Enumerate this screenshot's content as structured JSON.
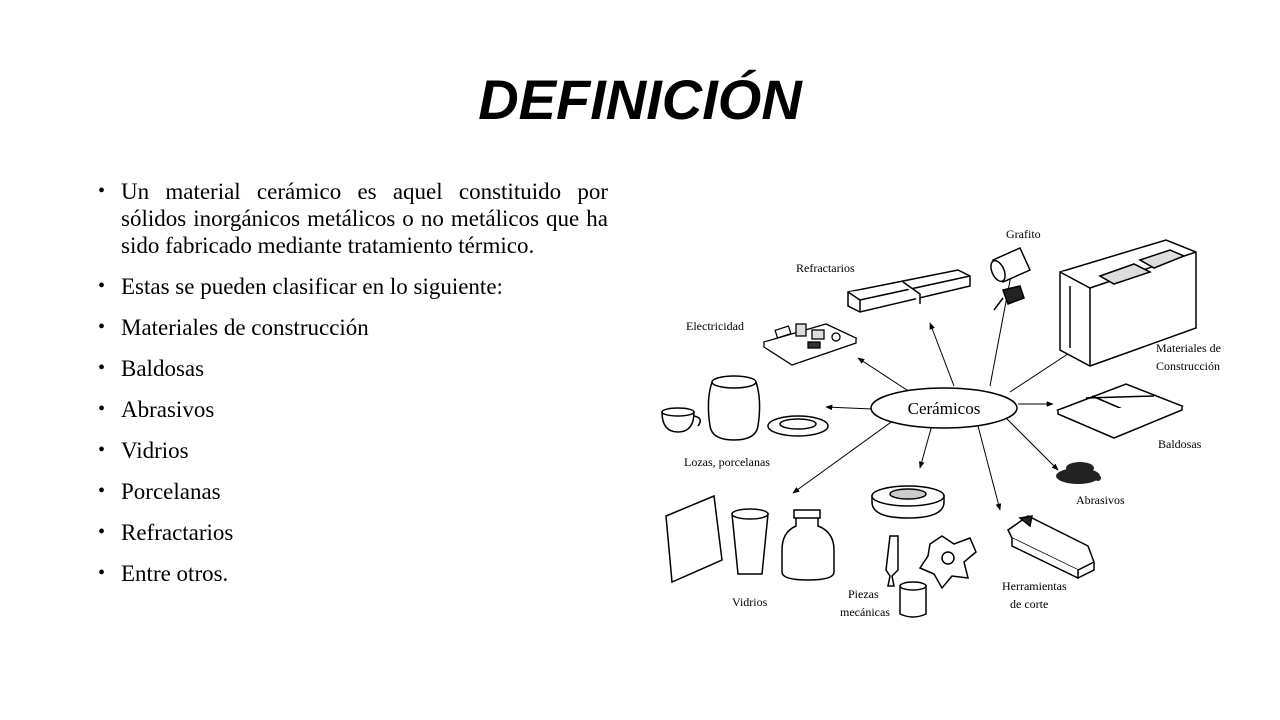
{
  "slide": {
    "title": "DEFINICIÓN",
    "bullets": [
      "Un material cerámico es aquel constituido por sólidos inorgánicos metálicos o no metálicos que ha sido fabricado mediante tratamiento térmico.",
      "Estas se pueden clasificar en lo siguiente:",
      "Materiales de construcción",
      "Baldosas",
      "Abrasivos",
      "Vidrios",
      "Porcelanas",
      "Refractarios",
      "Entre otros."
    ]
  },
  "figure": {
    "center": "Cerámicos",
    "labels": {
      "grafito": "Grafito",
      "refractarios": "Refractarios",
      "electricidad": "Electricidad",
      "materiales_1": "Materiales de",
      "materiales_2": "Construcción",
      "lozas": "Lozas, porcelanas",
      "baldosas": "Baldosas",
      "abrasivos": "Abrasivos",
      "vidrios": "Vidrios",
      "piezas_1": "Piezas",
      "piezas_2": "mecánicas",
      "herramientas_1": "Herramientas",
      "herramientas_2": "de corte"
    }
  }
}
